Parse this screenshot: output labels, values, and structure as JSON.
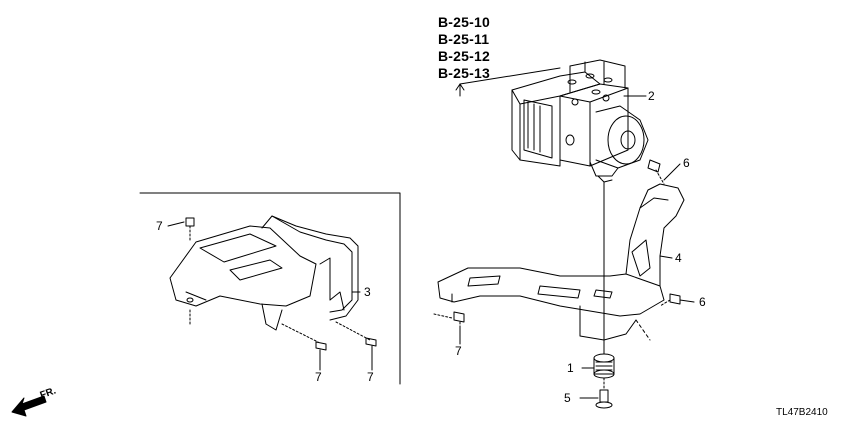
{
  "reference_codes": [
    "B-25-10",
    "B-25-11",
    "B-25-12",
    "B-25-13"
  ],
  "callouts": {
    "modulator": "2",
    "left_bracket": "3",
    "right_bracket": "4",
    "bolt_bottom": "5",
    "mount_rubber": "1",
    "bolt_right_top": "6",
    "bolt_right_bottom": "6",
    "bolt_inset_top": "7",
    "bolt_inset_bottom_left": "7",
    "bolt_inset_bottom_right": "7",
    "bolt_main_left": "7"
  },
  "front_indicator": "FR.",
  "diagram_code": "TL47B2410"
}
